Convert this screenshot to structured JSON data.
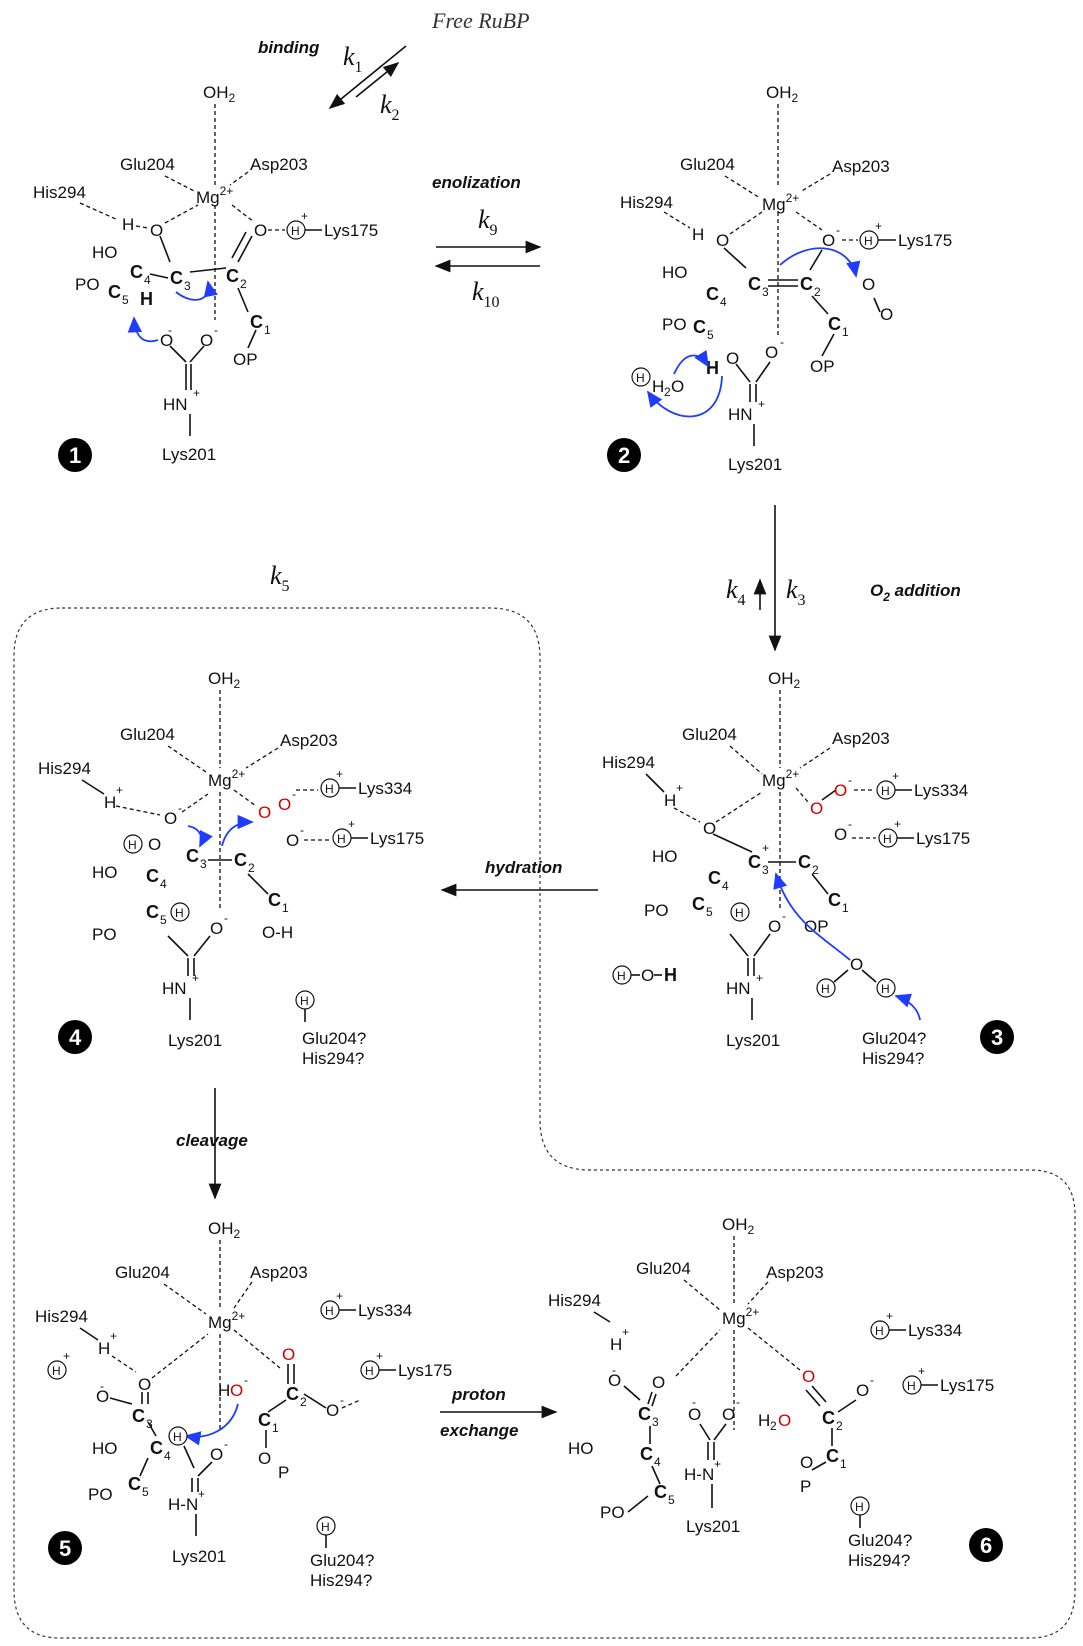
{
  "labels": {
    "free_rubp": "Free RuBP",
    "binding": "binding",
    "k1": "k",
    "k1_sub": "1",
    "k2": "k",
    "k2_sub": "2",
    "enolization": "enolization",
    "k9": "k",
    "k9_sub": "9",
    "k10": "k",
    "k10_sub": "10",
    "k5": "k",
    "k5_sub": "5",
    "k4": "k",
    "k4_sub": "4",
    "k3": "k",
    "k3_sub": "3",
    "o2_addition": "O",
    "o2_sub": "2",
    "o2_addition_rest": " addition",
    "hydration": "hydration",
    "cleavage": "cleavage",
    "proton": "proton",
    "exchange": "exchange"
  },
  "species": {
    "oh2": "OH",
    "oh2_sub": "2",
    "mg": "Mg",
    "mg_sup": "2+",
    "glu204": "Glu204",
    "asp203": "Asp203",
    "his294": "His294",
    "lys175": "Lys175",
    "lys334": "Lys334",
    "lys201": "Lys201",
    "glu204q": "Glu204?",
    "his294q": "His294?",
    "h": "H",
    "o": "O",
    "hn": "HN",
    "h_n": "H-N",
    "ho": "HO",
    "po": "PO",
    "op": "OP",
    "c": "C",
    "minus": "-",
    "plus": "+"
  },
  "steps": [
    "1",
    "2",
    "3",
    "4",
    "5",
    "6"
  ],
  "colors": {
    "arrow_blue": "#1f3cff",
    "oxygen_red": "#d00000",
    "ink": "#111111"
  }
}
